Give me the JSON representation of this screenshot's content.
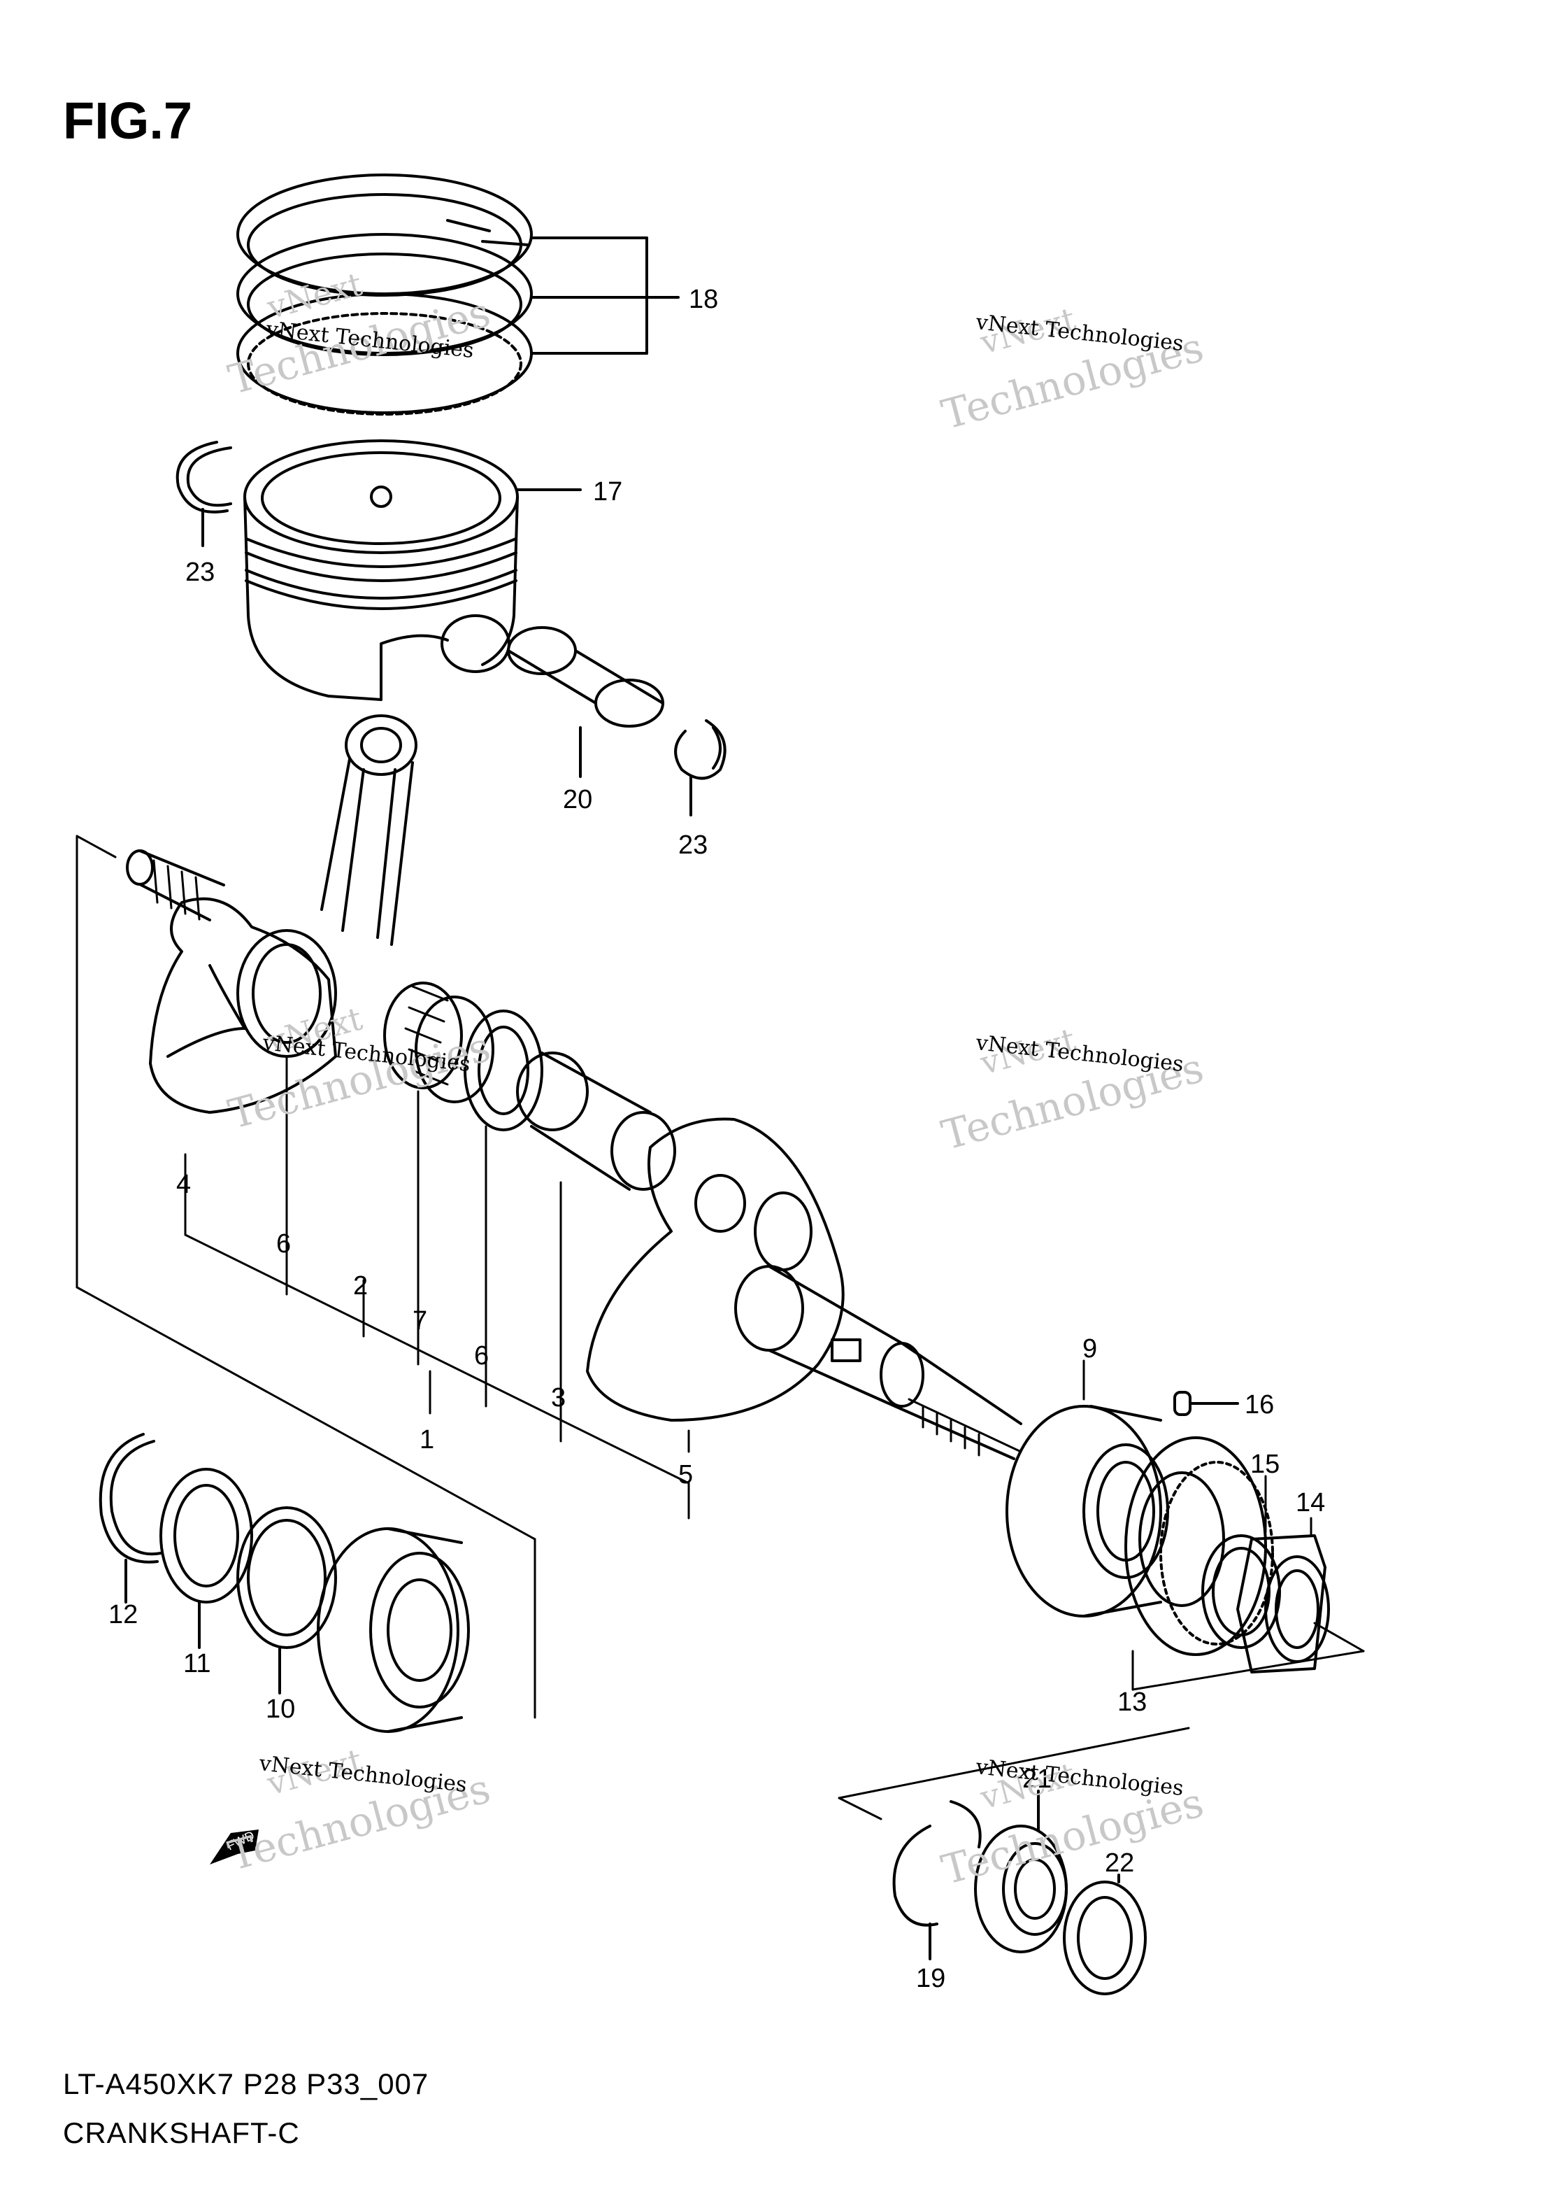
{
  "figure": {
    "title": "FIG.7",
    "code": "LT-A450XK7 P28 P33_007",
    "name": "CRANKSHAFT-C"
  },
  "callouts": [
    "1",
    "2",
    "3",
    "4",
    "5",
    "6",
    "6",
    "7",
    "9",
    "10",
    "11",
    "12",
    "13",
    "14",
    "15",
    "16",
    "17",
    "18",
    "19",
    "20",
    "21",
    "22",
    "23",
    "23"
  ],
  "watermark": {
    "line1": "vNext Technologies",
    "line2": "vNext",
    "line3": "Technologies"
  },
  "fwd_label": "FWD",
  "colors": {
    "ink": "#000000",
    "watermark": "#c8c8c8",
    "background": "#ffffff"
  }
}
